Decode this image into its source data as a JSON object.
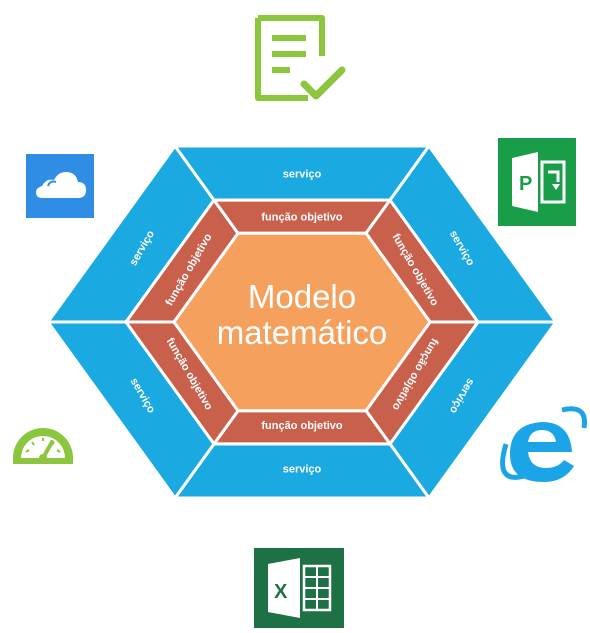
{
  "diagram": {
    "center": {
      "line1": "Modelo",
      "line2": "matemático"
    },
    "inner_ring": {
      "top": "função objetivo",
      "upper_right": "função objetivo",
      "lower_right": "função objetivo",
      "bottom": "função objetivo",
      "lower_left": "função objetivo",
      "upper_left": "função objetivo"
    },
    "outer_ring": {
      "top": "serviço",
      "upper_right": "serviço",
      "lower_right": "serviço",
      "bottom": "serviço",
      "lower_left": "serviço",
      "upper_left": "serviço"
    }
  },
  "icons": {
    "top": "document-check-icon",
    "upper_right": "project-icon",
    "lower_right": "internet-explorer-icon",
    "bottom": "excel-icon",
    "lower_left": "speedometer-icon",
    "upper_left": "cloud-icon"
  },
  "colors": {
    "outer_ring": "#1ba9e1",
    "inner_ring": "#c9604c",
    "center": "#f5a05c",
    "icon_green_light": "#8cc63f",
    "project_green": "#1a9d48",
    "excel_green": "#1e7145",
    "cloud_blue": "#2f8de4",
    "ie_blue": "#1ba4e8"
  }
}
